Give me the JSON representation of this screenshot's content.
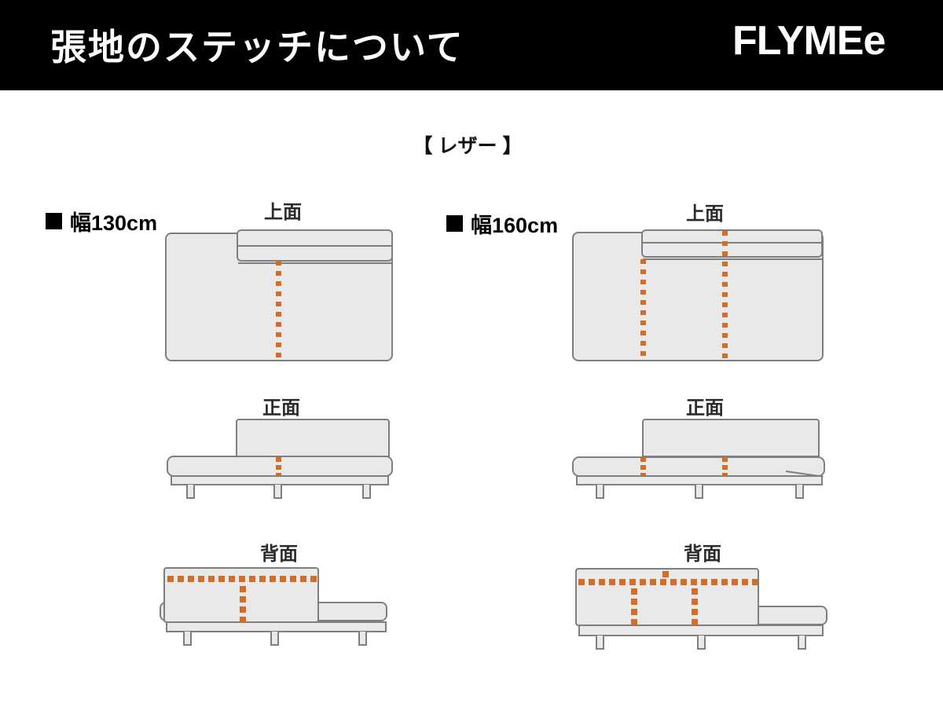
{
  "header": {
    "title": "張地のステッチについて",
    "brand": "FLYMEe"
  },
  "section": {
    "title": "【 レザー 】"
  },
  "columns": [
    {
      "label": "幅130cm",
      "views": [
        {
          "label": "上面"
        },
        {
          "label": "正面"
        },
        {
          "label": "背面"
        }
      ]
    },
    {
      "label": "幅160cm",
      "views": [
        {
          "label": "上面"
        },
        {
          "label": "正面"
        },
        {
          "label": "背面"
        }
      ]
    }
  ],
  "colors": {
    "header_bg": "#000000",
    "stitch": "#d26e28",
    "sofa_fill": "#e9e9e9",
    "sofa_outline": "#7f7f7f"
  }
}
